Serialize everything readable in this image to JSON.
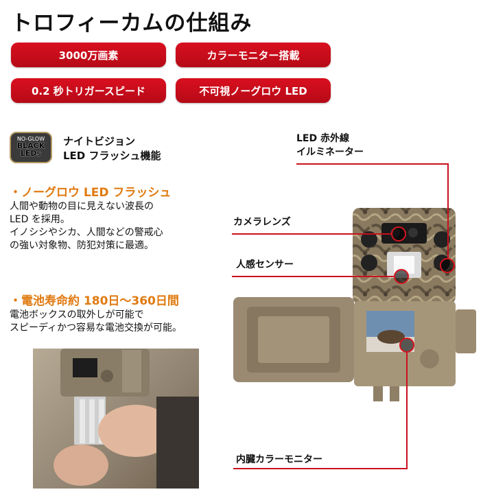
{
  "title": "トロフィーカムの仕組み",
  "features": [
    "3000万画素",
    "カラーモニター搭載",
    "0.2 秒トリガースピード",
    "不可視ノーグロウ LED"
  ],
  "badge": {
    "line1": "NO-GLOW",
    "line2": "BLACK",
    "line3": "LEDs"
  },
  "night_vision": {
    "line1": "ナイトビジョン",
    "line2": "LED フラッシュ機能"
  },
  "section1": {
    "heading": "・ノーグロウ LED フラッシュ",
    "lines": [
      "人間や動物の目に見えない波長の",
      "LED を採用。",
      "イノシシやシカ、人間などの警戒心",
      "の強い対象物、防犯対策に最適。"
    ]
  },
  "section2": {
    "heading": "・電池寿命約 180日〜360日間",
    "lines": [
      "電池ボックスの取外しが可能で",
      "スピーディかつ容易な電池交換が可能。"
    ]
  },
  "callouts": {
    "led_line1": "LED 赤外線",
    "led_line2": "イルミネーター",
    "lens": "カメラレンズ",
    "sensor": "人感センサー",
    "monitor": "内臓カラーモニター"
  },
  "colors": {
    "accent_red": "#c8101c",
    "heading_orange": "#e07a10",
    "camo": "#8a7a60"
  }
}
